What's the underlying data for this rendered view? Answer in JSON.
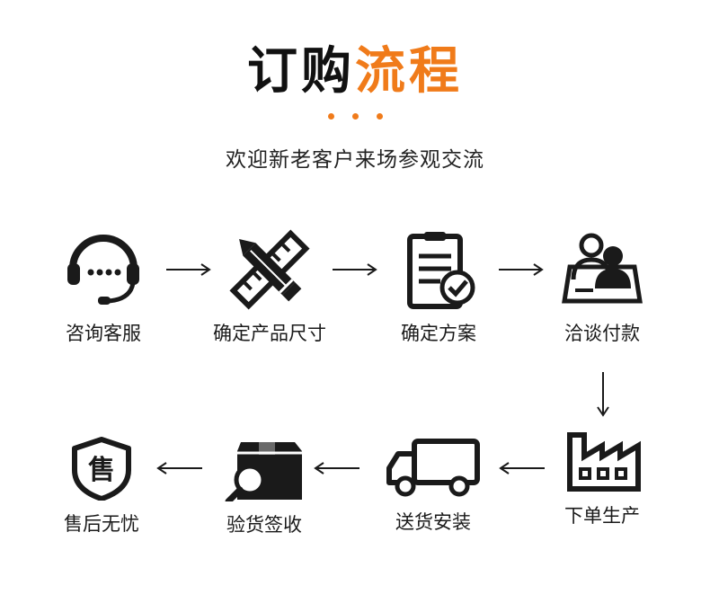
{
  "title": {
    "black": "订购",
    "orange": "流程"
  },
  "subtitle": "欢迎新老客户来场参观交流",
  "colors": {
    "accent": "#f07b1a",
    "icon": "#1a1a1a"
  },
  "steps": [
    {
      "label": "咨询客服",
      "icon": "headset-icon"
    },
    {
      "label": "确定产品尺寸",
      "icon": "ruler-pencil-icon"
    },
    {
      "label": "确定方案",
      "icon": "clipboard-check-icon"
    },
    {
      "label": "洽谈付款",
      "icon": "meeting-people-icon"
    },
    {
      "label": "下单生产",
      "icon": "factory-icon"
    },
    {
      "label": "送货安装",
      "icon": "truck-icon"
    },
    {
      "label": "验货签收",
      "icon": "box-inspect-icon"
    },
    {
      "label": "售后无忧",
      "icon": "shield-icon"
    }
  ],
  "shield_glyph": "售"
}
